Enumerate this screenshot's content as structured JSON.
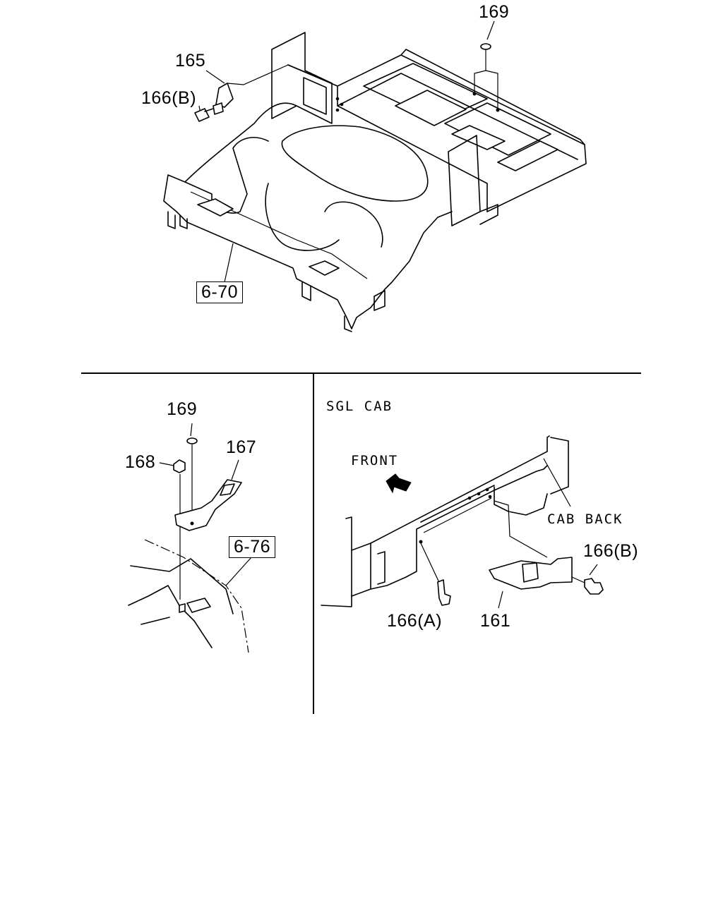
{
  "top_view": {
    "callouts": {
      "p165": "165",
      "p166b": "166(B)",
      "p169": "169",
      "ref670": "6-70"
    }
  },
  "left_detail": {
    "callouts": {
      "p169": "169",
      "p168": "168",
      "p167": "167",
      "ref676": "6-76"
    }
  },
  "right_detail": {
    "heading": "SGL CAB",
    "front_label": "FRONT",
    "cab_back_label": "CAB BACK",
    "callouts": {
      "p166b": "166(B)",
      "p166a": "166(A)",
      "p161": "161"
    }
  }
}
